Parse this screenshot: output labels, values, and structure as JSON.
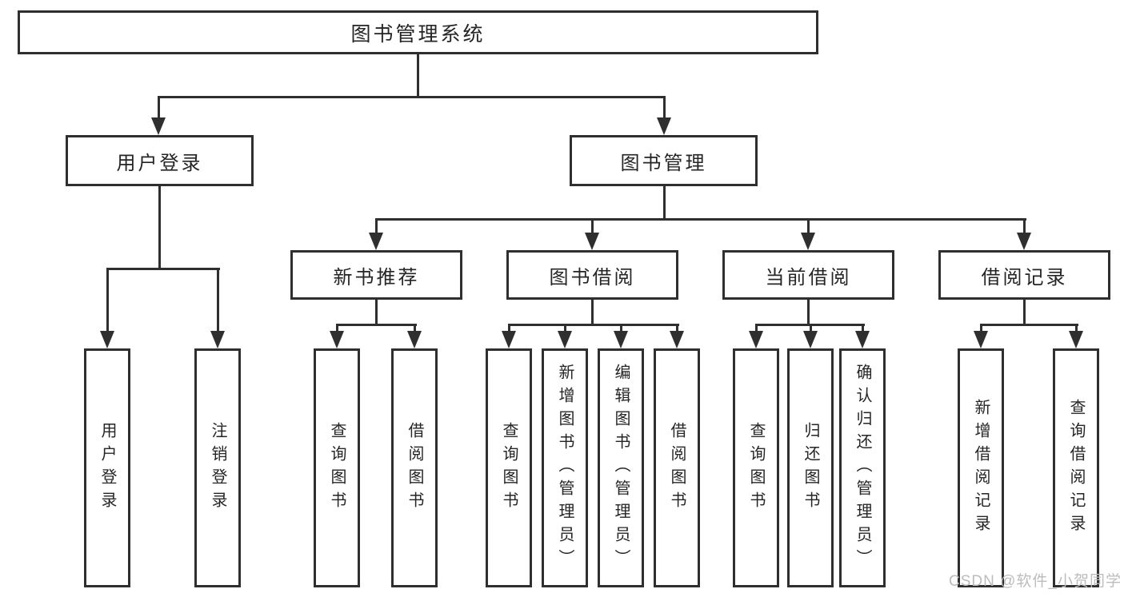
{
  "diagram": {
    "root": {
      "label": "图书管理系统",
      "children": [
        {
          "label": "用户登录",
          "children": [
            {
              "label": "用户登录"
            },
            {
              "label": "注销登录"
            }
          ]
        },
        {
          "label": "图书管理",
          "children": [
            {
              "label": "新书推荐",
              "children": [
                {
                  "label": "查询图书"
                },
                {
                  "label": "借阅图书"
                }
              ]
            },
            {
              "label": "图书借阅",
              "children": [
                {
                  "label": "查询图书"
                },
                {
                  "label": "新增图书（管理员）"
                },
                {
                  "label": "编辑图书（管理员）"
                },
                {
                  "label": "借阅图书"
                }
              ]
            },
            {
              "label": "当前借阅",
              "children": [
                {
                  "label": "查询图书"
                },
                {
                  "label": "归还图书"
                },
                {
                  "label": "确认归还（管理员）"
                }
              ]
            },
            {
              "label": "借阅记录",
              "children": [
                {
                  "label": "新增借阅记录"
                },
                {
                  "label": "查询借阅记录"
                }
              ]
            }
          ]
        }
      ]
    }
  },
  "watermark": {
    "text": "CSDN @软件_小贺同学"
  },
  "colors": {
    "line": "#2f2f2f",
    "background": "#ffffff",
    "watermark": "#bcbcbc"
  }
}
